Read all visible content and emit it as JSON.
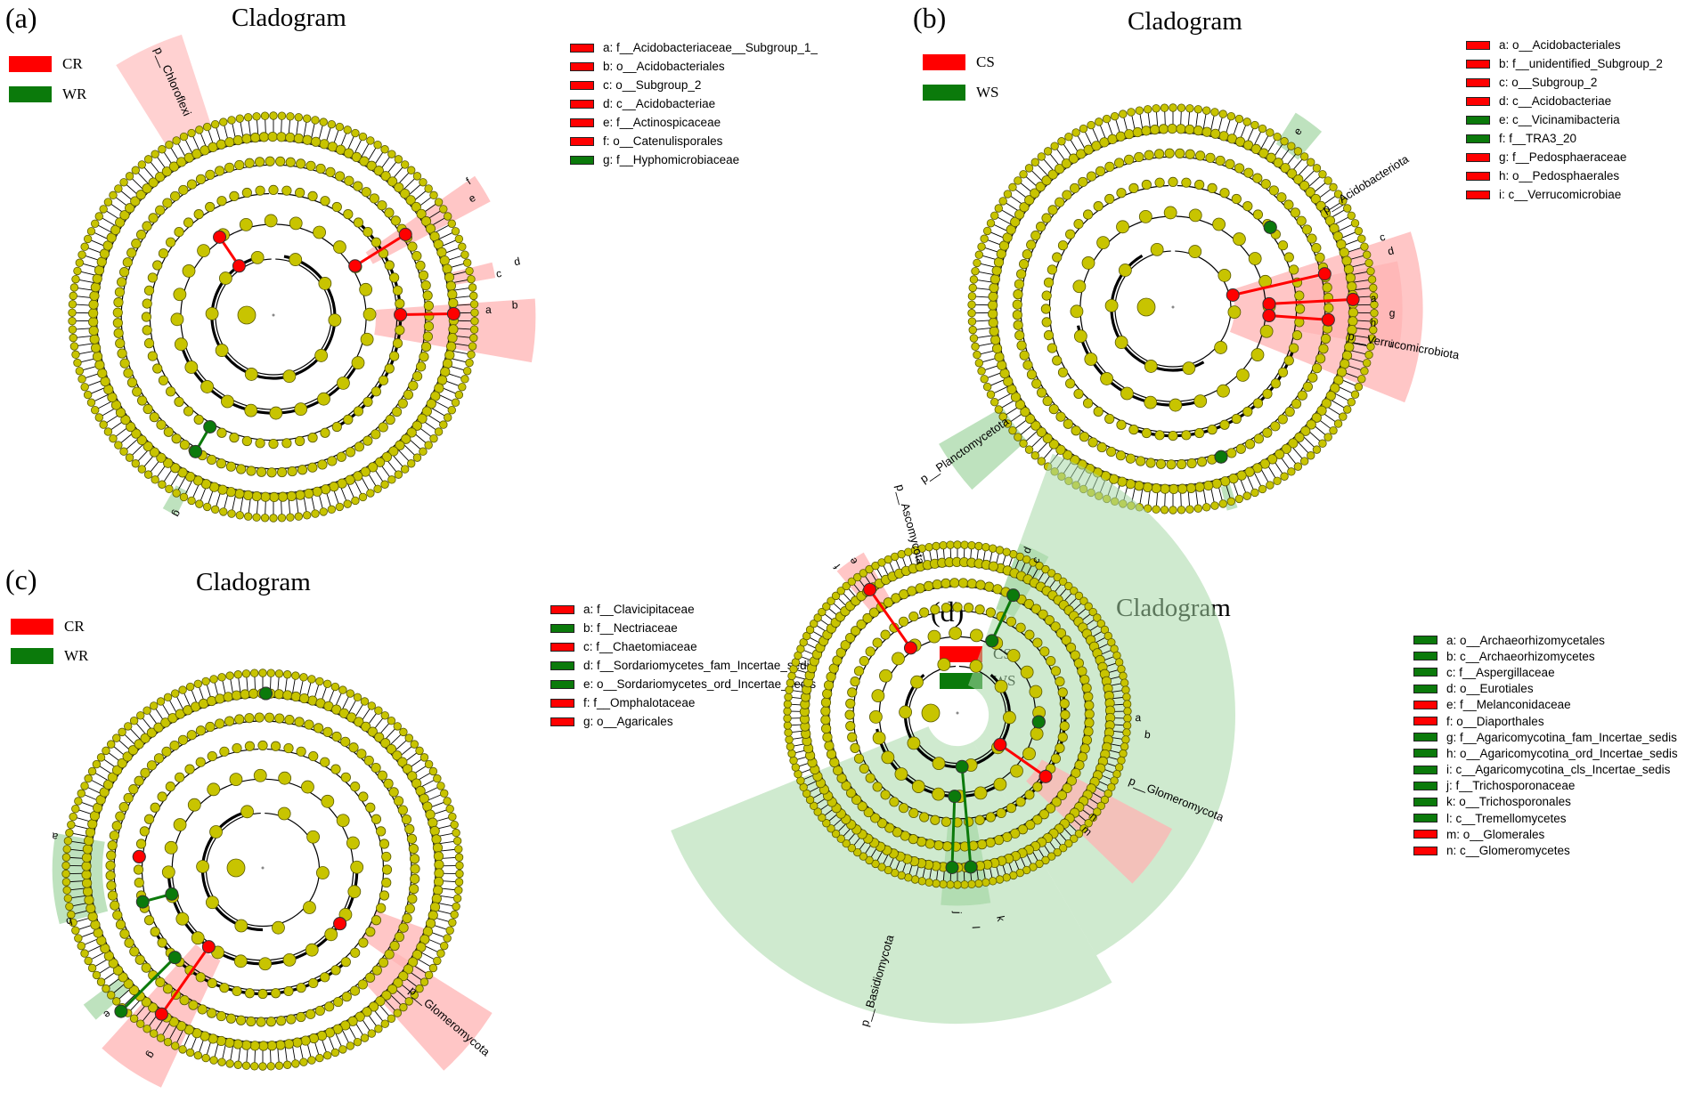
{
  "colors": {
    "red": "#ff0000",
    "green": "#0b7a0b",
    "node": "#c8c400",
    "red_bg": "#ffb3b3",
    "green_bg": "#a8d8a8"
  },
  "panels": [
    {
      "label": "(a)",
      "title": "Cladogram",
      "groups": [
        {
          "name": "CR",
          "color": "red"
        },
        {
          "name": "WR",
          "color": "green"
        }
      ],
      "legend": [
        {
          "text": "a: f__Acidobacteriaceae__Subgroup_1_",
          "color": "red"
        },
        {
          "text": "b: o__Acidobacteriales",
          "color": "red"
        },
        {
          "text": "c: o__Subgroup_2",
          "color": "red"
        },
        {
          "text": "d: c__Acidobacteriae",
          "color": "red"
        },
        {
          "text": "e: f__Actinospicaceae",
          "color": "red"
        },
        {
          "text": "f: o__Catenulisporales",
          "color": "red"
        },
        {
          "text": "g: f__Hyphomicrobiaceae",
          "color": "green"
        }
      ],
      "phylum_labels": [
        "p__Chloroflexi"
      ],
      "clade_letters": [
        "e",
        "f",
        "c",
        "d",
        "b",
        "a",
        "g"
      ]
    },
    {
      "label": "(b)",
      "title": "Cladogram",
      "groups": [
        {
          "name": "CS",
          "color": "red"
        },
        {
          "name": "WS",
          "color": "green"
        }
      ],
      "legend": [
        {
          "text": "a: o__Acidobacteriales",
          "color": "red"
        },
        {
          "text": "b: f__unidentified_Subgroup_2",
          "color": "red"
        },
        {
          "text": "c: o__Subgroup_2",
          "color": "red"
        },
        {
          "text": "d: c__Acidobacteriae",
          "color": "red"
        },
        {
          "text": "e: c__Vicinamibacteria",
          "color": "green"
        },
        {
          "text": "f: f__TRA3_20",
          "color": "green"
        },
        {
          "text": "g: f__Pedosphaeraceae",
          "color": "red"
        },
        {
          "text": "h: o__Pedosphaerales",
          "color": "red"
        },
        {
          "text": "i: c__Verrucomicrobiae",
          "color": "red"
        }
      ],
      "phylum_labels": [
        "p__Acidobacteriota",
        "p__Verrucomicrobiota",
        "p__Planctomycetota"
      ],
      "clade_letters": [
        "e",
        "c",
        "d",
        "a",
        "h",
        "g",
        "i"
      ]
    },
    {
      "label": "(c)",
      "title": "Cladogram",
      "groups": [
        {
          "name": "CR",
          "color": "red"
        },
        {
          "name": "WR",
          "color": "green"
        }
      ],
      "legend": [
        {
          "text": "a: f__Clavicipitaceae",
          "color": "red"
        },
        {
          "text": "b: f__Nectriaceae",
          "color": "green"
        },
        {
          "text": "c: f__Chaetomiaceae",
          "color": "red"
        },
        {
          "text": "d: f__Sordariomycetes_fam_Incertae_sedis",
          "color": "green"
        },
        {
          "text": "e: o__Sordariomycetes_ord_Incertae_sedis",
          "color": "green"
        },
        {
          "text": "f: f__Omphalotaceae",
          "color": "red"
        },
        {
          "text": "g: o__Agaricales",
          "color": "red"
        }
      ],
      "phylum_labels": [
        "p__Glomeromycota"
      ],
      "clade_letters": [
        "a",
        "b",
        "e",
        "g"
      ]
    },
    {
      "label": "(d)",
      "title": "Cladogram",
      "groups": [
        {
          "name": "CS",
          "color": "red"
        },
        {
          "name": "WS",
          "color": "green"
        }
      ],
      "legend": [
        {
          "text": "a: o__Archaeorhizomycetales",
          "color": "green"
        },
        {
          "text": "b: c__Archaeorhizomycetes",
          "color": "green"
        },
        {
          "text": "c: f__Aspergillaceae",
          "color": "green"
        },
        {
          "text": "d: o__Eurotiales",
          "color": "green"
        },
        {
          "text": "e: f__Melanconidaceae",
          "color": "red"
        },
        {
          "text": "f: o__Diaporthales",
          "color": "red"
        },
        {
          "text": "g: f__Agaricomycotina_fam_Incertae_sedis",
          "color": "green"
        },
        {
          "text": "h: o__Agaricomycotina_ord_Incertae_sedis",
          "color": "green"
        },
        {
          "text": "i: c__Agaricomycotina_cls_Incertae_sedis",
          "color": "green"
        },
        {
          "text": "j: f__Trichosporonaceae",
          "color": "green"
        },
        {
          "text": "k: o__Trichosporonales",
          "color": "green"
        },
        {
          "text": "l: c__Tremellomycetes",
          "color": "green"
        },
        {
          "text": "m: o__Glomerales",
          "color": "red"
        },
        {
          "text": "n: c__Glomeromycetes",
          "color": "red"
        }
      ],
      "phylum_labels": [
        "p__Ascomycota",
        "p__Glomeromycota",
        "p__Basidiomycota"
      ],
      "clade_letters": [
        "d",
        "c",
        "e",
        "f",
        "b",
        "a",
        "n",
        "m",
        "k",
        "l",
        "j"
      ]
    }
  ]
}
